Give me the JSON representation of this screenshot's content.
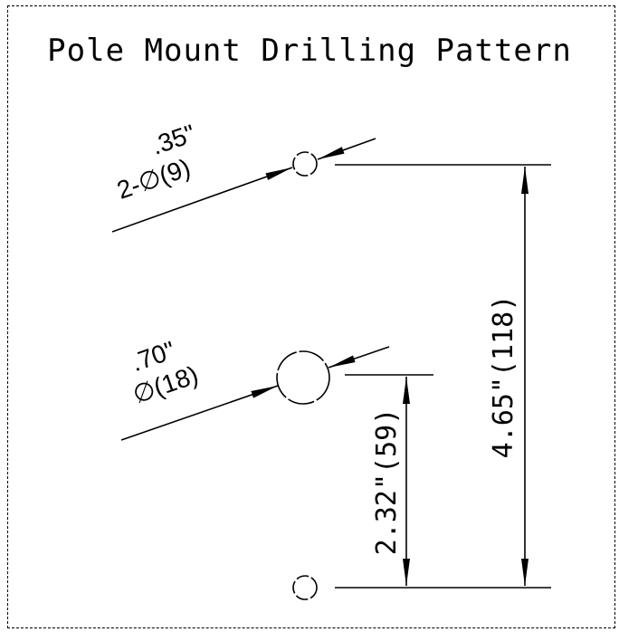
{
  "title": "Pole Mount Drilling Pattern",
  "small_hole": {
    "inch": ".35\"",
    "mm": "2-∅(9)"
  },
  "large_hole": {
    "inch": ".70\"",
    "mm": "∅(18)"
  },
  "dim_total": "4.65\"(118)",
  "dim_half": "2.32\"(59)"
}
